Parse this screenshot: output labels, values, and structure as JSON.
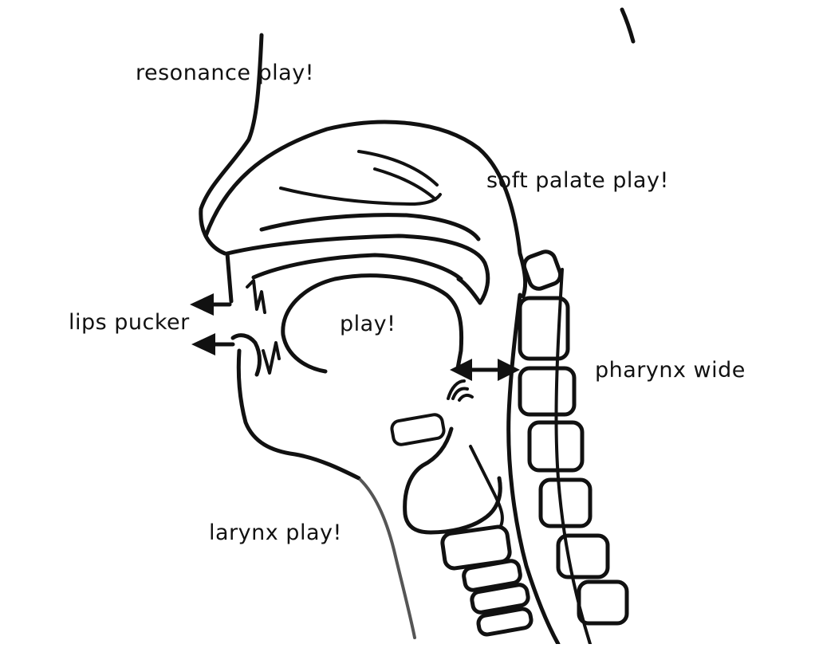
{
  "labels": {
    "resonance": "resonance play!",
    "soft_palate": "soft palate play!",
    "lips": "lips pucker",
    "tongue": "play!",
    "pharynx": "pharynx wide",
    "larynx": "larynx play!"
  },
  "colors": {
    "line": "#111111",
    "background": "#ffffff"
  }
}
